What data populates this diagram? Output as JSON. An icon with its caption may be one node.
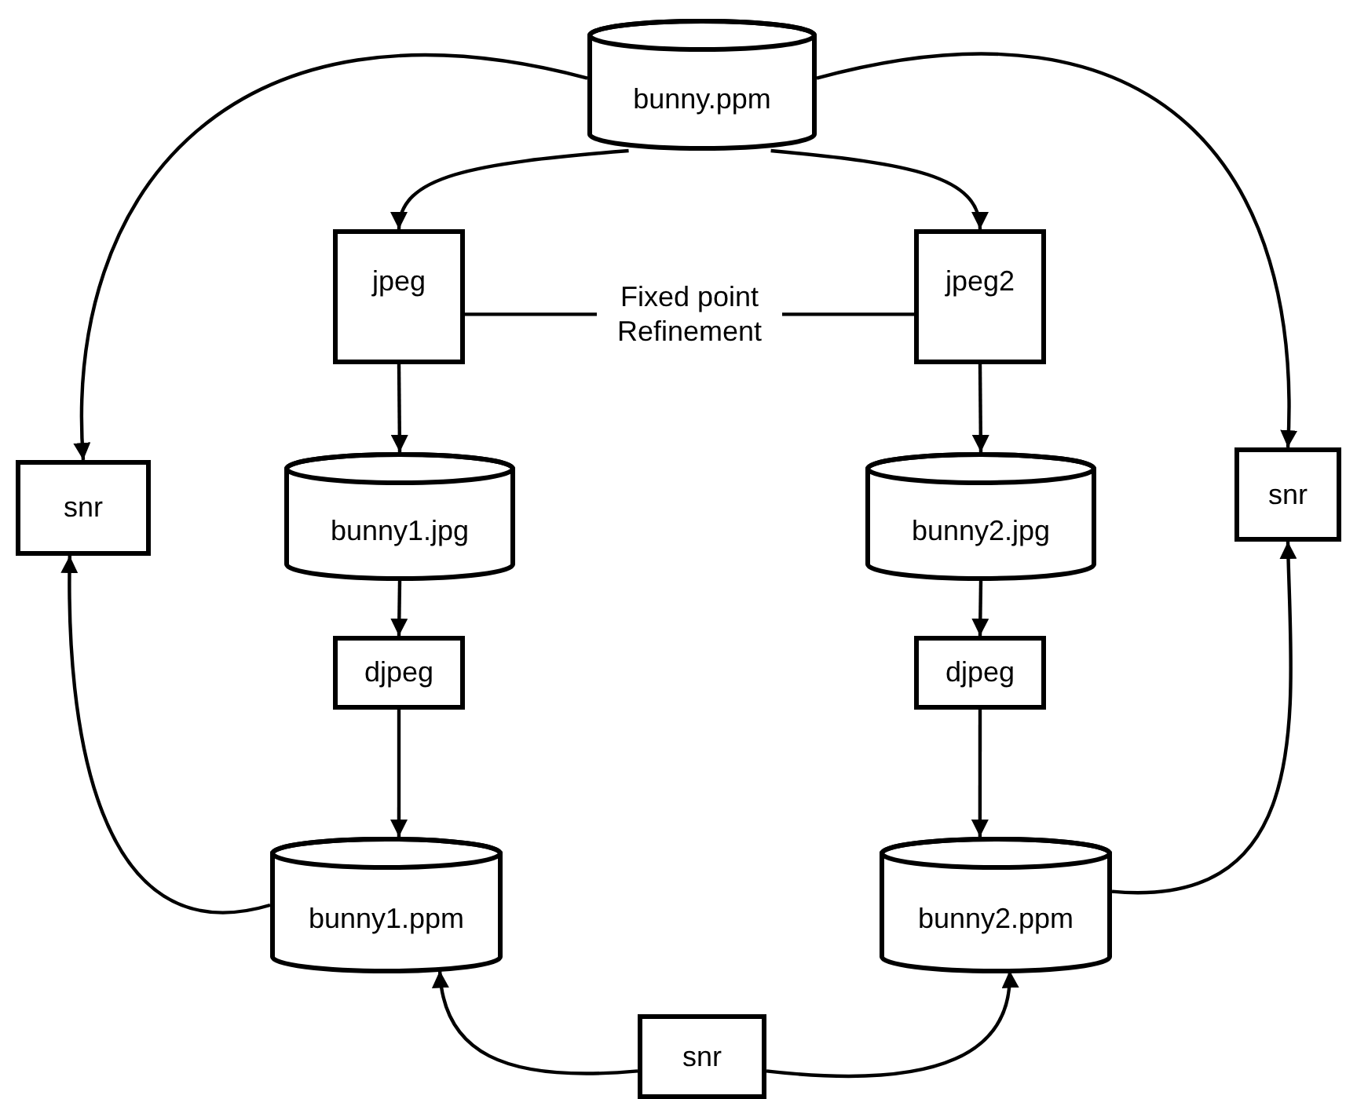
{
  "diagram": {
    "nodes": [
      {
        "text": [
          "bunny.ppm"
        ]
      },
      {
        "text": [
          "jpeg"
        ]
      },
      {
        "text": [
          "jpeg2"
        ]
      },
      {
        "text": [
          "snr"
        ]
      },
      {
        "text": [
          "bunny1.jpg"
        ]
      },
      {
        "text": [
          "bunny2.jpg"
        ]
      },
      {
        "text": [
          "snr"
        ]
      },
      {
        "text": [
          "djpeg"
        ]
      },
      {
        "text": [
          "djpeg"
        ]
      },
      {
        "text": [
          "bunny1.ppm"
        ]
      },
      {
        "text": [
          "bunny2.ppm"
        ]
      },
      {
        "text": [
          "snr"
        ]
      }
    ],
    "edges": [
      {
        "from": 0,
        "to": 1,
        "arrow": "to"
      },
      {
        "from": 0,
        "to": 2,
        "arrow": "to"
      },
      {
        "from": 0,
        "to": 3,
        "arrow": "to"
      },
      {
        "from": 0,
        "to": 6,
        "arrow": "to"
      },
      {
        "from": 1,
        "to": 4,
        "arrow": "to"
      },
      {
        "from": 2,
        "to": 5,
        "arrow": "to"
      },
      {
        "from": 4,
        "to": 7,
        "arrow": "to"
      },
      {
        "from": 5,
        "to": 8,
        "arrow": "to"
      },
      {
        "from": 7,
        "to": 9,
        "arrow": "to"
      },
      {
        "from": 8,
        "to": 10,
        "arrow": "to"
      },
      {
        "from": 9,
        "to": 3,
        "arrow": "to"
      },
      {
        "from": 10,
        "to": 6,
        "arrow": "to"
      },
      {
        "from": 11,
        "to": 9,
        "arrow": "to"
      },
      {
        "from": 11,
        "to": 10,
        "arrow": "to"
      },
      {
        "from": 1,
        "to": 2,
        "arrow": "none",
        "label": "Fixed point Refinement"
      }
    ]
  }
}
